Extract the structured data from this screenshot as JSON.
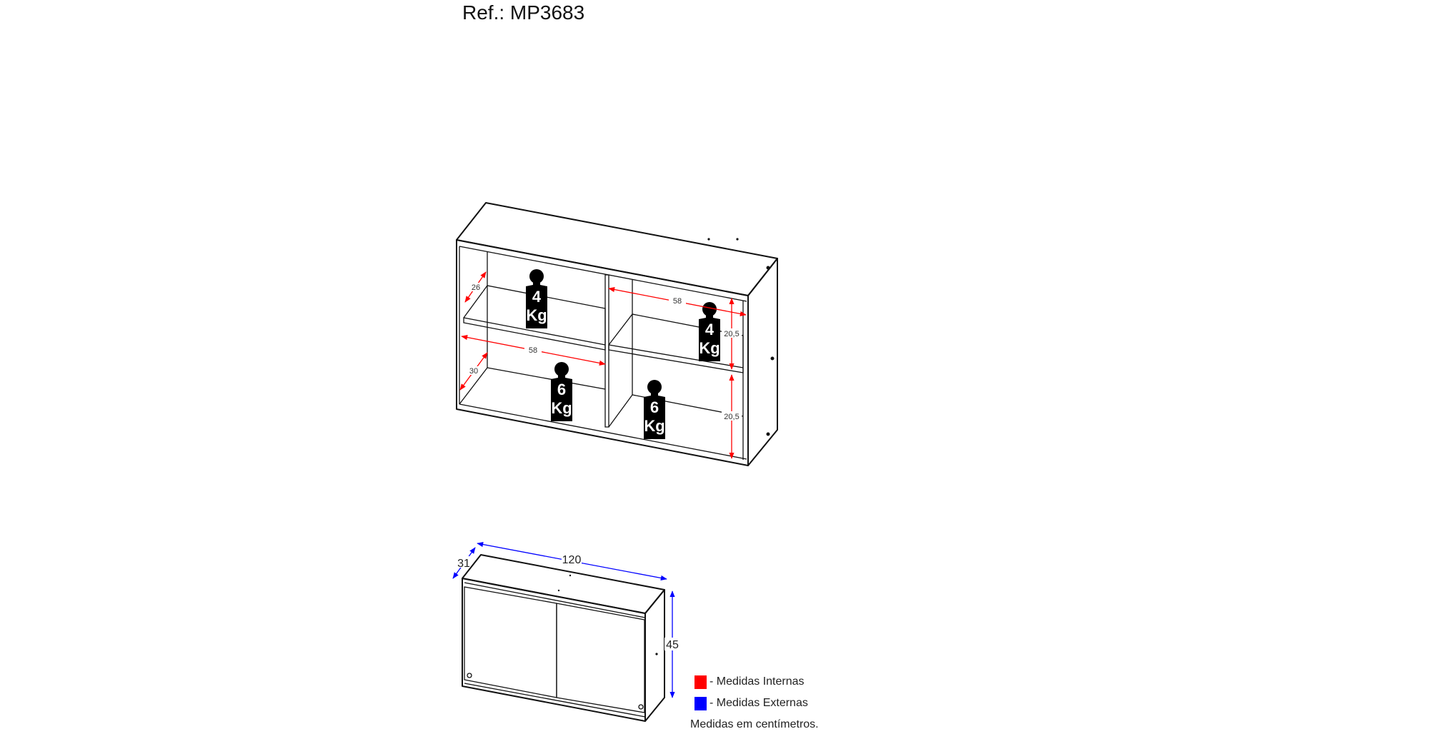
{
  "title": "Ref.: MP3683",
  "internal_dims": {
    "depth_upper": "26",
    "depth_lower": "30",
    "width_left": "58",
    "width_right": "58",
    "height_upper": "20,5",
    "height_lower": "20,5"
  },
  "weights": [
    {
      "value": "4",
      "unit": "Kg"
    },
    {
      "value": "6",
      "unit": "Kg"
    },
    {
      "value": "4",
      "unit": "Kg"
    },
    {
      "value": "6",
      "unit": "Kg"
    }
  ],
  "external_dims": {
    "width": "120",
    "depth": "31",
    "height": "45"
  },
  "legend": {
    "internal": {
      "label": "- Medidas Internas",
      "color": "#ff0000"
    },
    "external": {
      "label": "- Medidas Externas",
      "color": "#0000ff"
    },
    "note": "Medidas em centímetros."
  }
}
